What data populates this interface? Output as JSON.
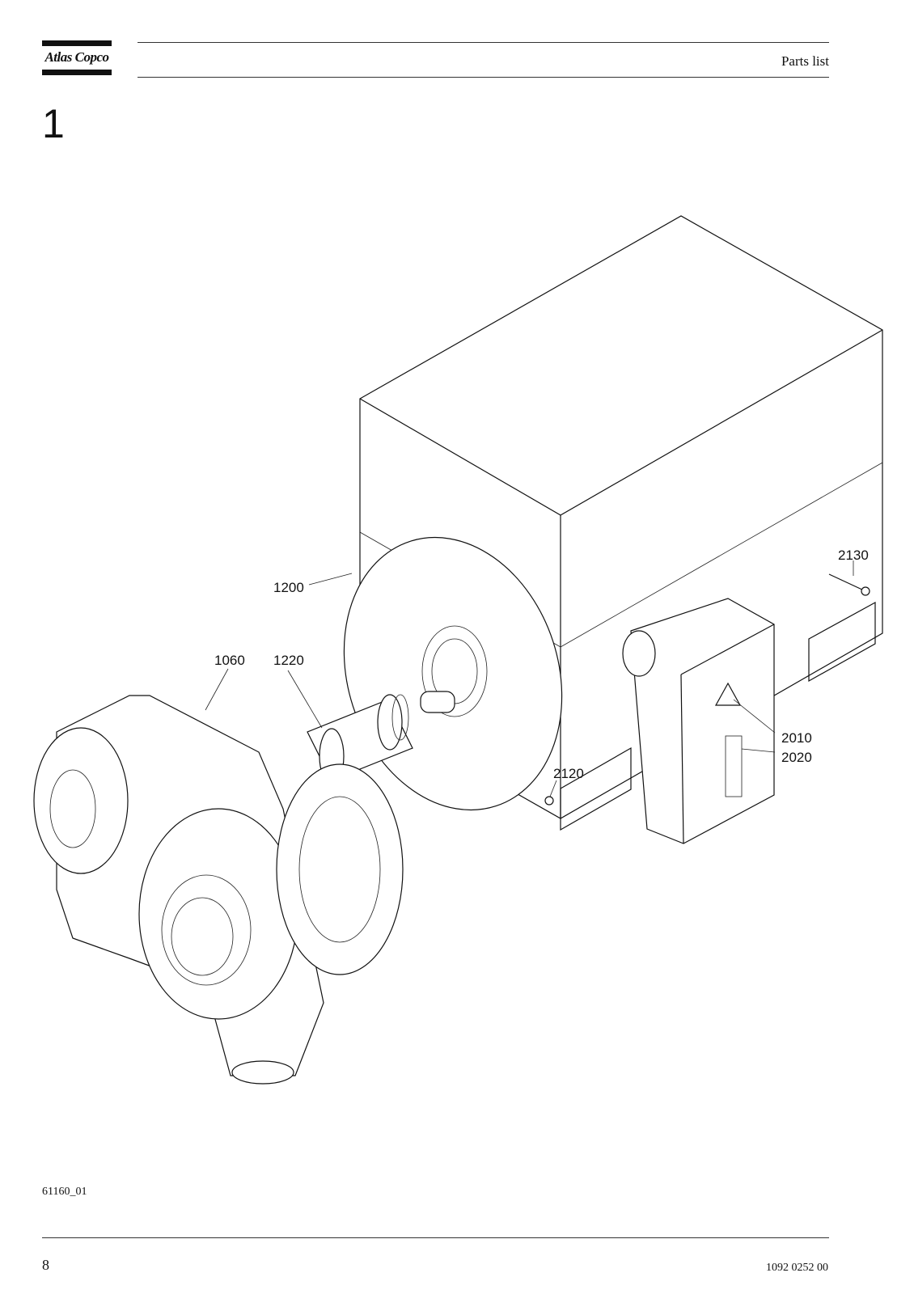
{
  "header": {
    "brand": "Atlas Copco",
    "title": "Parts list"
  },
  "section": {
    "number": "1"
  },
  "drawing": {
    "callouts": {
      "c1200": "1200",
      "c1060": "1060",
      "c1220": "1220",
      "c2130": "2130",
      "c2010": "2010",
      "c2020": "2020",
      "c2120": "2120"
    },
    "id": "61160_01"
  },
  "footer": {
    "page_number": "8",
    "doc_number": "1092 0252 00"
  }
}
